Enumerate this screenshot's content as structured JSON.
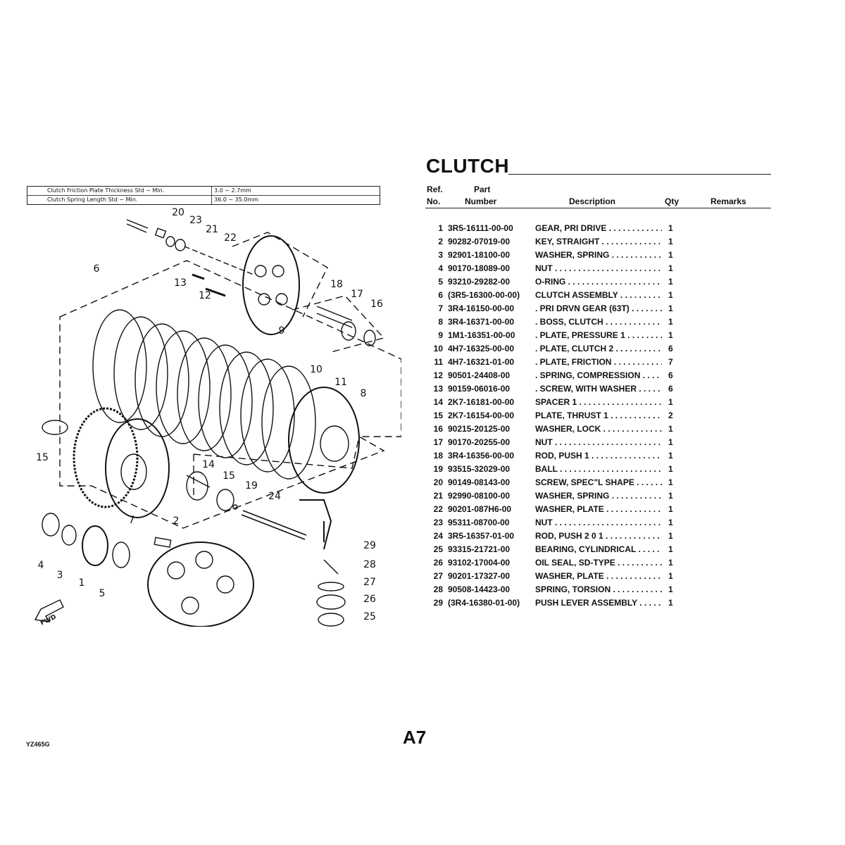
{
  "spec_table": [
    {
      "label": "Clutch Friction Plate Thickness Std ~ Min.",
      "value": "3.0 ~ 2.7mm"
    },
    {
      "label": "Clutch Spring Length Std ~ Min.",
      "value": "36.0 ~ 35.0mm"
    }
  ],
  "title": "CLUTCH",
  "headers": {
    "ref_top": "Ref.",
    "ref_bottom": "No.",
    "part_top": "Part",
    "part_bottom": "Number",
    "description": "Description",
    "qty": "Qty",
    "remarks": "Remarks"
  },
  "parts": [
    {
      "ref": "1",
      "number": "3R5-16111-00-00",
      "description": "GEAR, PRI DRIVE",
      "qty": "1"
    },
    {
      "ref": "2",
      "number": "90282-07019-00",
      "description": "KEY, STRAIGHT",
      "qty": "1"
    },
    {
      "ref": "3",
      "number": "92901-18100-00",
      "description": "WASHER, SPRING",
      "qty": "1"
    },
    {
      "ref": "4",
      "number": "90170-18089-00",
      "description": "NUT",
      "qty": "1"
    },
    {
      "ref": "5",
      "number": "93210-29282-00",
      "description": "O-RING",
      "qty": "1"
    },
    {
      "ref": "6",
      "number": "(3R5-16300-00-00)",
      "description": "CLUTCH ASSEMBLY",
      "qty": "1"
    },
    {
      "ref": "7",
      "number": "3R4-16150-00-00",
      "description": ". PRI DRVN GEAR (63T)",
      "qty": "1"
    },
    {
      "ref": "8",
      "number": "3R4-16371-00-00",
      "description": ". BOSS, CLUTCH",
      "qty": "1"
    },
    {
      "ref": "9",
      "number": "1M1-16351-00-00",
      "description": ". PLATE, PRESSURE 1",
      "qty": "1"
    },
    {
      "ref": "10",
      "number": "4H7-16325-00-00",
      "description": ". PLATE, CLUTCH 2",
      "qty": "6"
    },
    {
      "ref": "11",
      "number": "4H7-16321-01-00",
      "description": ". PLATE, FRICTION",
      "qty": "7"
    },
    {
      "ref": "12",
      "number": "90501-24408-00",
      "description": ". SPRING, COMPRESSION",
      "qty": "6"
    },
    {
      "ref": "13",
      "number": "90159-06016-00",
      "description": ". SCREW, WITH WASHER",
      "qty": "6"
    },
    {
      "ref": "14",
      "number": "2K7-16181-00-00",
      "description": "SPACER 1",
      "qty": "1"
    },
    {
      "ref": "15",
      "number": "2K7-16154-00-00",
      "description": "PLATE, THRUST 1",
      "qty": "2"
    },
    {
      "ref": "16",
      "number": "90215-20125-00",
      "description": "WASHER, LOCK",
      "qty": "1"
    },
    {
      "ref": "17",
      "number": "90170-20255-00",
      "description": "NUT",
      "qty": "1"
    },
    {
      "ref": "18",
      "number": "3R4-16356-00-00",
      "description": "ROD, PUSH 1",
      "qty": "1"
    },
    {
      "ref": "19",
      "number": "93515-32029-00",
      "description": "BALL",
      "qty": "1"
    },
    {
      "ref": "20",
      "number": "90149-08143-00",
      "description": "SCREW, SPEC\"L SHAPE",
      "qty": "1"
    },
    {
      "ref": "21",
      "number": "92990-08100-00",
      "description": "WASHER, SPRING",
      "qty": "1"
    },
    {
      "ref": "22",
      "number": "90201-087H6-00",
      "description": "WASHER, PLATE",
      "qty": "1"
    },
    {
      "ref": "23",
      "number": "95311-08700-00",
      "description": "NUT",
      "qty": "1"
    },
    {
      "ref": "24",
      "number": "3R5-16357-01-00",
      "description": "ROD, PUSH 2 0 1",
      "qty": "1"
    },
    {
      "ref": "25",
      "number": "93315-21721-00",
      "description": "BEARING, CYLINDRICAL",
      "qty": "1"
    },
    {
      "ref": "26",
      "number": "93102-17004-00",
      "description": "OIL SEAL, SD-TYPE",
      "qty": "1"
    },
    {
      "ref": "27",
      "number": "90201-17327-00",
      "description": "WASHER, PLATE",
      "qty": "1"
    },
    {
      "ref": "28",
      "number": "90508-14423-00",
      "description": "SPRING, TORSION",
      "qty": "1"
    },
    {
      "ref": "29",
      "number": "(3R4-16380-01-00)",
      "description": "PUSH LEVER ASSEMBLY",
      "qty": "1"
    }
  ],
  "diagram": {
    "callouts": [
      "20",
      "23",
      "21",
      "22",
      "6",
      "13",
      "12",
      "18",
      "17",
      "16",
      "9",
      "10",
      "11",
      "8",
      "15",
      "14",
      "15",
      "19",
      "24",
      "7",
      "2",
      "29",
      "28",
      "27",
      "26",
      "25",
      "4",
      "3",
      "1",
      "5"
    ],
    "fwd_label": "FWD"
  },
  "page_number": "A7",
  "model_code": "YZ465G"
}
